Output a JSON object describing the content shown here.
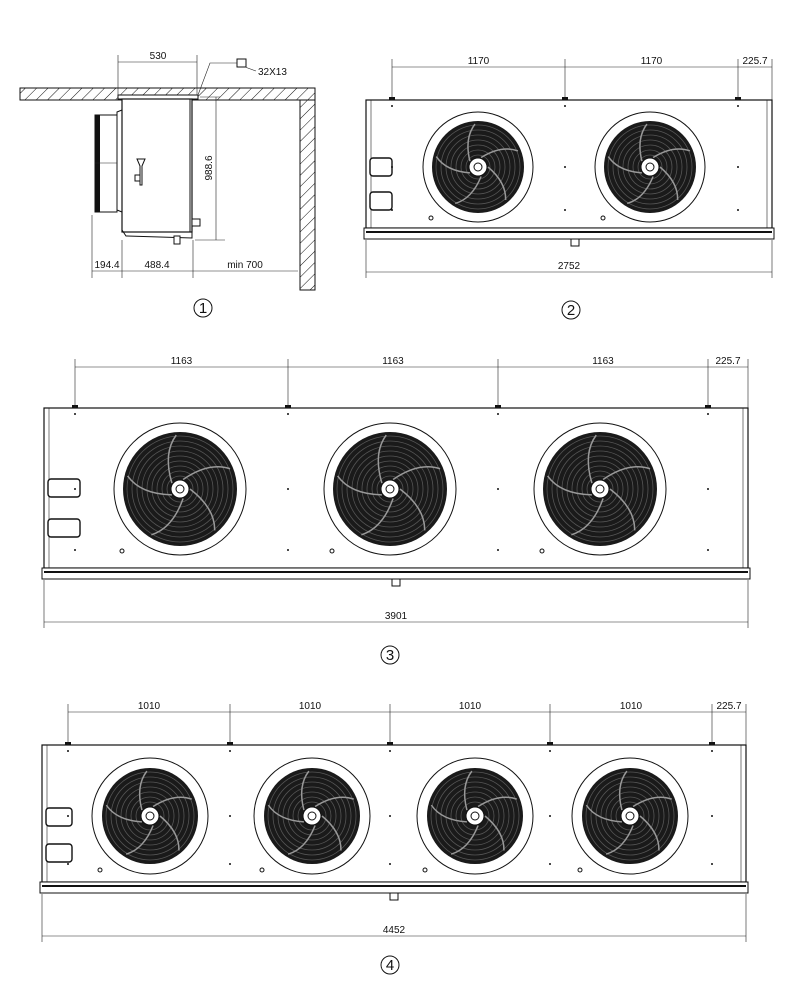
{
  "view1": {
    "label": "1",
    "dim_width": "530",
    "dim_tag": "32X13",
    "dim_height": "988.6",
    "dim_fan": "194.4",
    "dim_depth": "488.4",
    "dim_clearance": "min 700"
  },
  "view2": {
    "label": "2",
    "fan_count": 2,
    "pitch": [
      "1170",
      "1170"
    ],
    "end": "225.7",
    "total": "2752"
  },
  "view3": {
    "label": "3",
    "fan_count": 3,
    "pitch": [
      "1163",
      "1163",
      "1163"
    ],
    "end": "225.7",
    "total": "3901"
  },
  "view4": {
    "label": "4",
    "fan_count": 4,
    "pitch": [
      "1010",
      "1010",
      "1010",
      "1010"
    ],
    "end": "225.7",
    "total": "4452"
  }
}
